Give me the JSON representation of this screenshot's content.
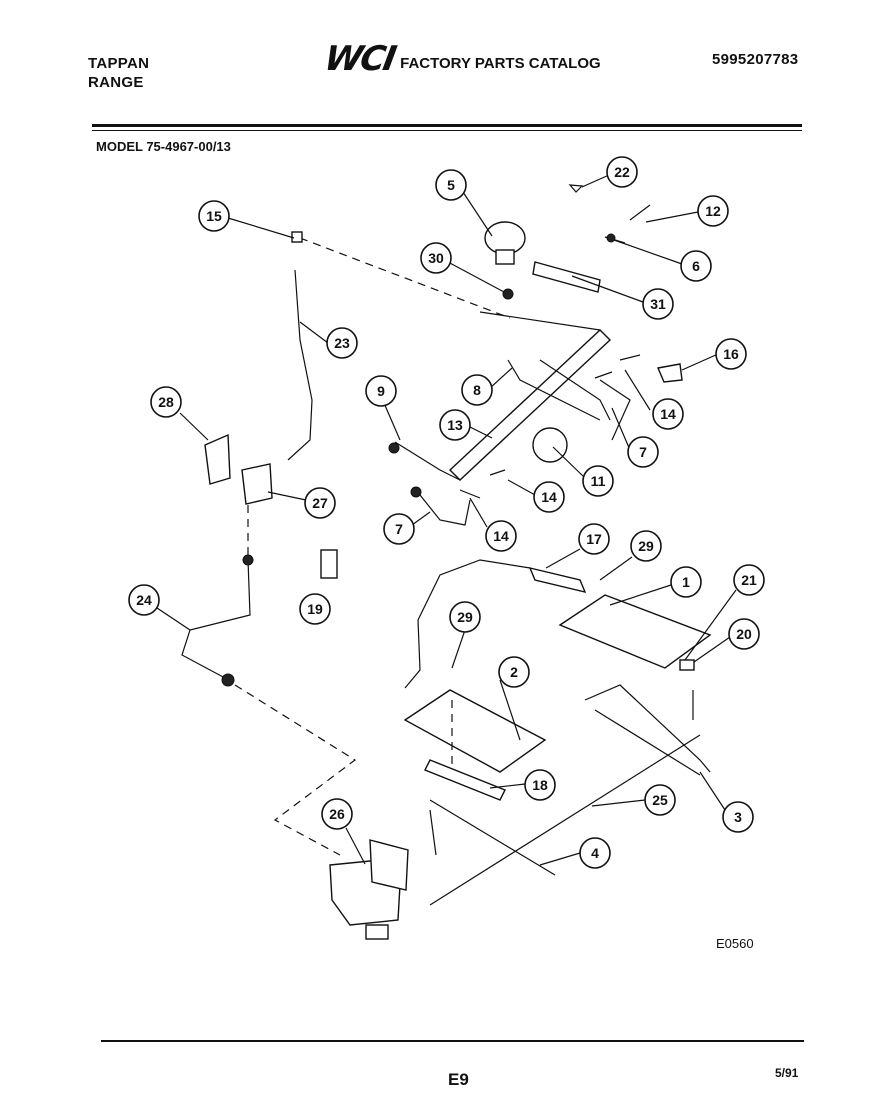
{
  "header": {
    "brand_line1": "TAPPAN",
    "brand_line2": "RANGE",
    "logo": "WCI",
    "catalog_title": "FACTORY PARTS CATALOG",
    "catalog_number": "5995207783",
    "model": "MODEL 75-4967-00/13"
  },
  "diagram": {
    "callouts": [
      "1",
      "2",
      "3",
      "4",
      "5",
      "6",
      "7",
      "7",
      "8",
      "9",
      "11",
      "12",
      "13",
      "14",
      "14",
      "14",
      "15",
      "16",
      "17",
      "18",
      "19",
      "20",
      "21",
      "22",
      "23",
      "24",
      "25",
      "26",
      "27",
      "28",
      "29",
      "29",
      "30",
      "31"
    ],
    "drawing_code": "E0560"
  },
  "footer": {
    "page": "E9",
    "date": "5/91"
  }
}
